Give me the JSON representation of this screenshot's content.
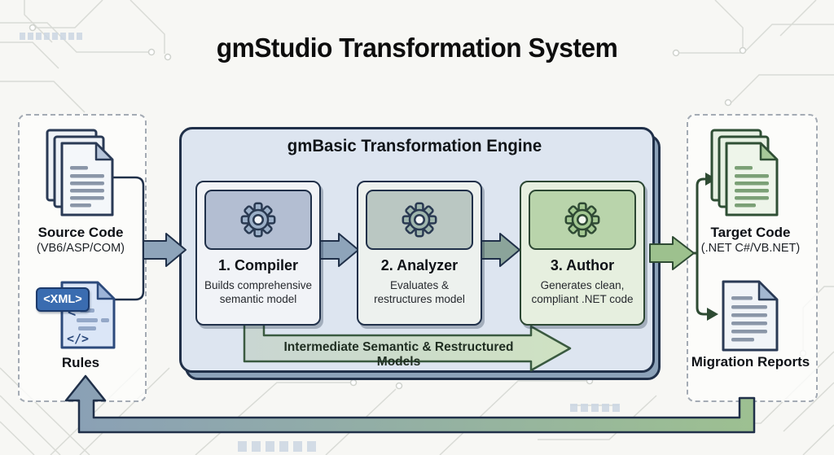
{
  "title": "gmStudio Transformation System",
  "inputs": {
    "source": {
      "label": "Source Code",
      "sublabel": "(VB6/ASP/COM)"
    },
    "rules": {
      "label": "Rules",
      "badge": "<XML>",
      "glyph_open": "<",
      "glyph_close": "</>"
    }
  },
  "engine": {
    "title": "gmBasic Transformation Engine",
    "stages": [
      {
        "label": "1. Compiler",
        "description": "Builds comprehensive semantic model"
      },
      {
        "label": "2. Analyzer",
        "description": "Evaluates & restructures model"
      },
      {
        "label": "3. Author",
        "description": "Generates clean, compliant .NET code"
      }
    ],
    "intermediate_label": "Intermediate Semantic & Restructured Models"
  },
  "outputs": {
    "target": {
      "label": "Target Code",
      "sublabel": "(.NET C#/VB.NET)"
    },
    "reports": {
      "label": "Migration Reports"
    }
  },
  "colors": {
    "navy": "#203049",
    "green": "#2e4b33",
    "arrow_blue": "#8ea4ba",
    "arrow_teal": "#8ba49a",
    "arrow_green": "#9dc18e",
    "badge_blue": "#3a6cb0",
    "engine_fill": "#dde5f0"
  }
}
